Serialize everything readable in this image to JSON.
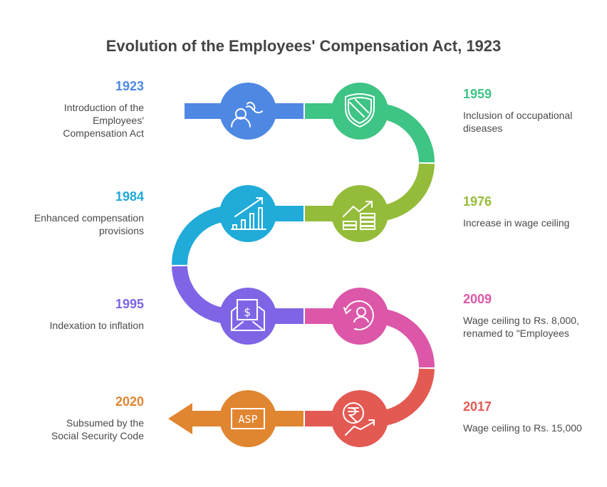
{
  "title": "Evolution of the Employees' Compensation Act, 1923",
  "events": [
    {
      "year": "1923",
      "desc": "Introduction of the Employees' Compensation Act",
      "color": "#4e88e3",
      "icon": "person-path-icon"
    },
    {
      "year": "1959",
      "desc": "Inclusion of occupational diseases",
      "color": "#3ec484",
      "icon": "shield-icon"
    },
    {
      "year": "1976",
      "desc": "Increase in wage ceiling",
      "color": "#94bc3a",
      "icon": "coins-growth-icon"
    },
    {
      "year": "1984",
      "desc": "Enhanced compensation provisions",
      "color": "#20abd8",
      "icon": "bar-chart-growth-icon"
    },
    {
      "year": "1995",
      "desc": "Indexation to inflation",
      "color": "#7f65e6",
      "icon": "money-envelope-icon"
    },
    {
      "year": "2009",
      "desc": "Wage ceiling to Rs. 8,000, renamed to \"Employees",
      "color": "#dc57a8",
      "icon": "user-refresh-icon"
    },
    {
      "year": "2017",
      "desc": "Wage ceiling to Rs. 15,000",
      "color": "#e35a53",
      "icon": "rupee-growth-icon"
    },
    {
      "year": "2020",
      "desc": "Subsumed by the Social Security Code",
      "color": "#e08530",
      "icon": "asp-badge-icon"
    }
  ],
  "asp_text": "ASP"
}
